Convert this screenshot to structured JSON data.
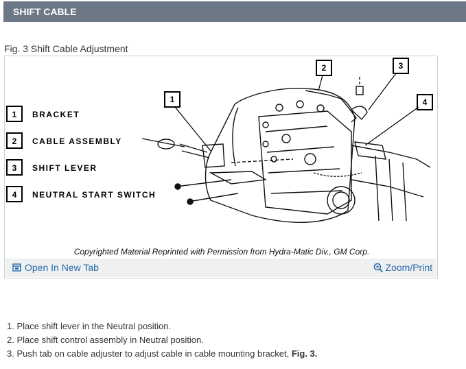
{
  "header": {
    "title": "SHIFT CABLE"
  },
  "figure": {
    "caption": "Fig. 3 Shift Cable Adjustment",
    "legend": [
      {
        "number": "1",
        "label": "BRACKET"
      },
      {
        "number": "2",
        "label": "CABLE ASSEMBLY"
      },
      {
        "number": "3",
        "label": "SHIFT LEVER"
      },
      {
        "number": "4",
        "label": "NEUTRAL START SWITCH"
      }
    ],
    "callouts": [
      "1",
      "2",
      "3",
      "4"
    ],
    "copyright": "Copyrighted Material Reprinted with Permission from Hydra-Matic Div., GM Corp.",
    "open_tab_label": "Open In New Tab",
    "zoom_label": "Zoom/Print",
    "open_tab_icon": "open-new-tab-icon",
    "zoom_icon": "zoom-icon"
  },
  "steps": {
    "step1": "1. Place shift lever in the Neutral position.",
    "step2": "2. Place shift control assembly in Neutral position.",
    "step3_text": "3. Push tab on cable adjuster to adjust cable in cable mounting bracket, ",
    "step3_ref": "Fig. 3."
  }
}
